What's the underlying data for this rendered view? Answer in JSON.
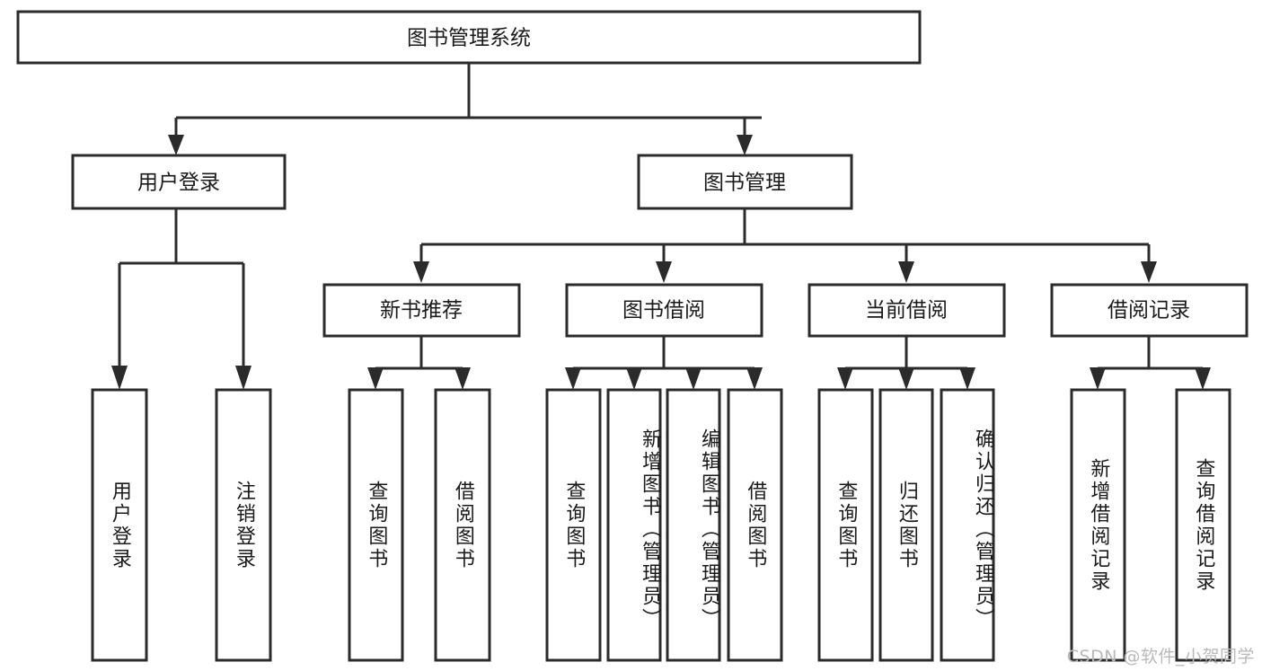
{
  "diagram": {
    "title": "图书管理系统",
    "type": "tree-hierarchy",
    "watermark": "CSDN @软件_小贺同学",
    "colors": {
      "background": "#ffffff",
      "stroke": "#2b2b2b",
      "node_fill": "#ffffff",
      "text": "#1a1a1a",
      "watermark": "#b9b9b9"
    },
    "root": {
      "label": "图书管理系统"
    },
    "level2": [
      {
        "id": "user-login",
        "label": "用户登录"
      },
      {
        "id": "book-manage",
        "label": "图书管理"
      }
    ],
    "level3": [
      {
        "id": "new-book-recommend",
        "label": "新书推荐"
      },
      {
        "id": "book-borrow",
        "label": "图书借阅"
      },
      {
        "id": "current-borrow",
        "label": "当前借阅"
      },
      {
        "id": "borrow-record",
        "label": "借阅记录"
      }
    ],
    "leaves": {
      "user-login": [
        {
          "id": "leaf-user-login",
          "label": "用户登录"
        },
        {
          "id": "leaf-logout-login",
          "label": "注销登录"
        }
      ],
      "new-book-recommend": [
        {
          "id": "leaf-query-book-1",
          "label": "查询图书"
        },
        {
          "id": "leaf-borrow-book-1",
          "label": "借阅图书"
        }
      ],
      "book-borrow": [
        {
          "id": "leaf-query-book-2",
          "label": "查询图书"
        },
        {
          "id": "leaf-add-book-admin",
          "label": "新增图书（管理员）"
        },
        {
          "id": "leaf-edit-book-admin",
          "label": "编辑图书（管理员）"
        },
        {
          "id": "leaf-borrow-book-2",
          "label": "借阅图书"
        }
      ],
      "current-borrow": [
        {
          "id": "leaf-query-book-3",
          "label": "查询图书"
        },
        {
          "id": "leaf-return-book",
          "label": "归还图书"
        },
        {
          "id": "leaf-confirm-return-admin",
          "label": "确认归还（管理员）"
        }
      ],
      "borrow-record": [
        {
          "id": "leaf-add-borrow-record",
          "label": "新增借阅记录"
        },
        {
          "id": "leaf-query-borrow-record",
          "label": "查询借阅记录"
        }
      ]
    }
  }
}
